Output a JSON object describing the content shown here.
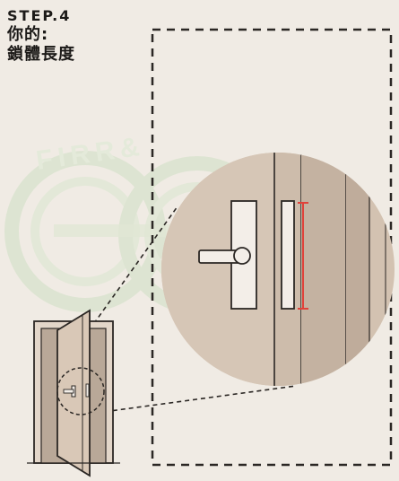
{
  "header": {
    "step": "STEP.4",
    "line1": "你的:",
    "line2": "鎖體長度"
  },
  "watermark": {
    "text": "FIRR&",
    "color": "#cfe0c4"
  },
  "colors": {
    "background": "#f0ebe4",
    "door": "#d9c8b7",
    "magnifier": "#d3c2b1",
    "lock_plate": "#f3eee8",
    "measure_line": "#e0423a",
    "outline": "#2b2724"
  },
  "icons": {
    "door": "door-icon",
    "magnifier": "magnifier-icon",
    "handle": "door-handle-icon",
    "latch": "latch-plate-icon",
    "measure": "measurement-line-icon"
  }
}
